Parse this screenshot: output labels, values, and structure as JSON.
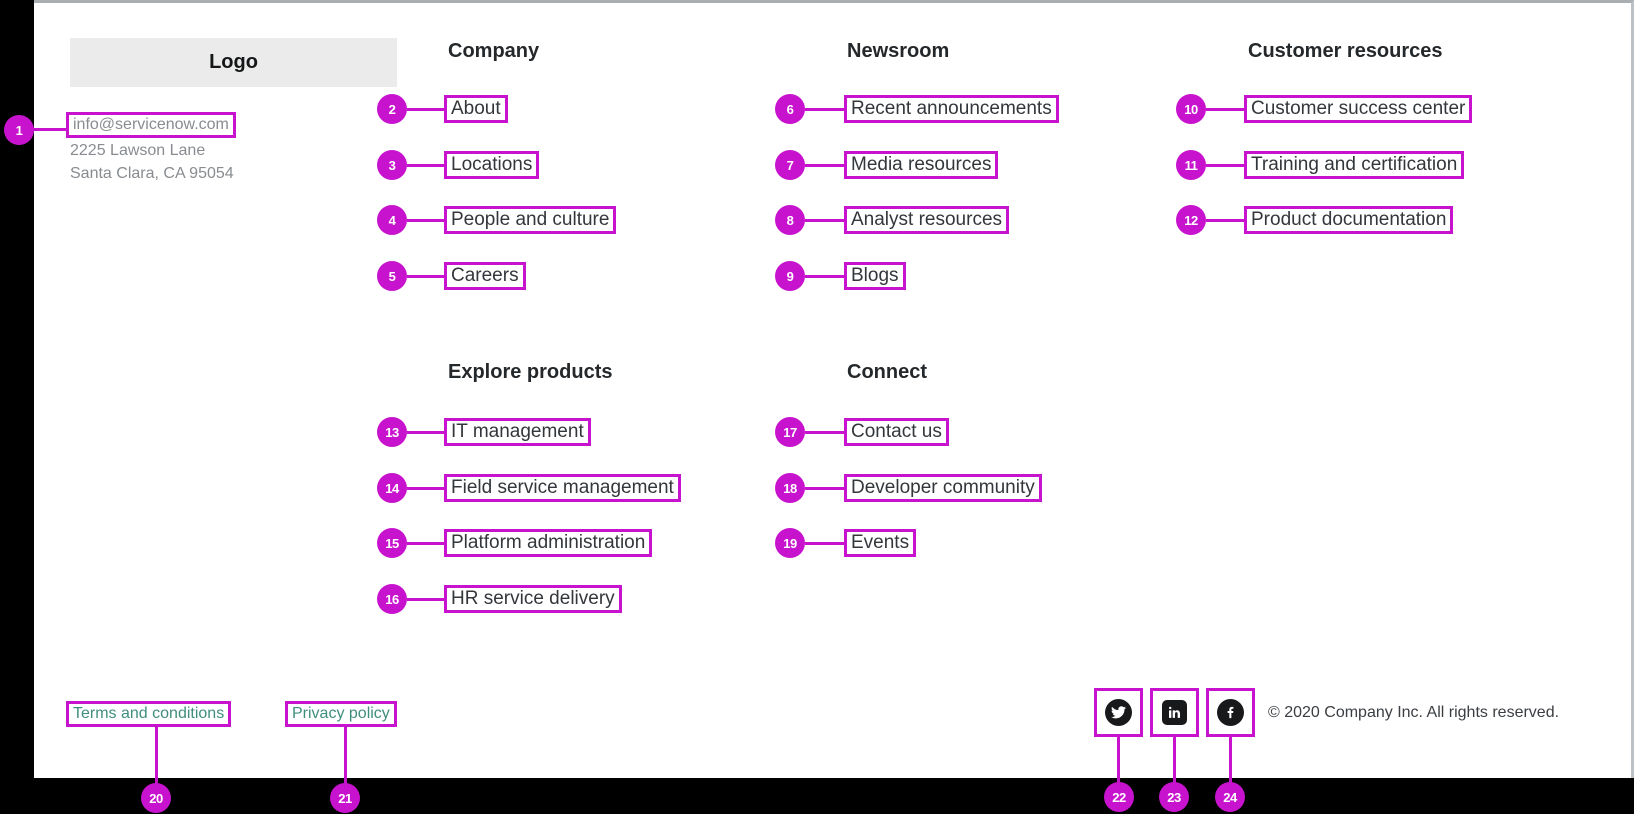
{
  "logo": {
    "label": "Logo"
  },
  "contact": {
    "id": 1,
    "email": "info@servicenow.com",
    "address1": "2225 Lawson Lane",
    "address2": "Santa Clara, CA 95054"
  },
  "columns": [
    {
      "header": "Company",
      "items": [
        {
          "id": 2,
          "label": "About"
        },
        {
          "id": 3,
          "label": "Locations"
        },
        {
          "id": 4,
          "label": "People and culture"
        },
        {
          "id": 5,
          "label": "Careers"
        }
      ]
    },
    {
      "header": "Newsroom",
      "items": [
        {
          "id": 6,
          "label": "Recent announcements"
        },
        {
          "id": 7,
          "label": "Media resources"
        },
        {
          "id": 8,
          "label": "Analyst resources"
        },
        {
          "id": 9,
          "label": "Blogs"
        }
      ]
    },
    {
      "header": "Customer resources",
      "items": [
        {
          "id": 10,
          "label": "Customer success center"
        },
        {
          "id": 11,
          "label": "Training and certification"
        },
        {
          "id": 12,
          "label": "Product documentation"
        }
      ]
    },
    {
      "header": "Explore products",
      "items": [
        {
          "id": 13,
          "label": "IT management"
        },
        {
          "id": 14,
          "label": "Field service management"
        },
        {
          "id": 15,
          "label": "Platform administration"
        },
        {
          "id": 16,
          "label": "HR service delivery"
        }
      ]
    },
    {
      "header": "Connect",
      "items": [
        {
          "id": 17,
          "label": "Contact us"
        },
        {
          "id": 18,
          "label": "Developer community"
        },
        {
          "id": 19,
          "label": "Events"
        }
      ]
    }
  ],
  "legal": [
    {
      "id": 20,
      "label": "Terms and conditions"
    },
    {
      "id": 21,
      "label": "Privacy policy"
    }
  ],
  "social": [
    {
      "id": 22,
      "icon": "twitter-icon"
    },
    {
      "id": 23,
      "icon": "linkedin-icon"
    },
    {
      "id": 24,
      "icon": "facebook-icon"
    }
  ],
  "copyright": "© 2020 Company Inc. All rights reserved.",
  "colors": {
    "annotation": "#C813CE",
    "legal_link_teal": "#3F8E7D",
    "link_text": "#33373B",
    "muted_text": "#888C90"
  }
}
